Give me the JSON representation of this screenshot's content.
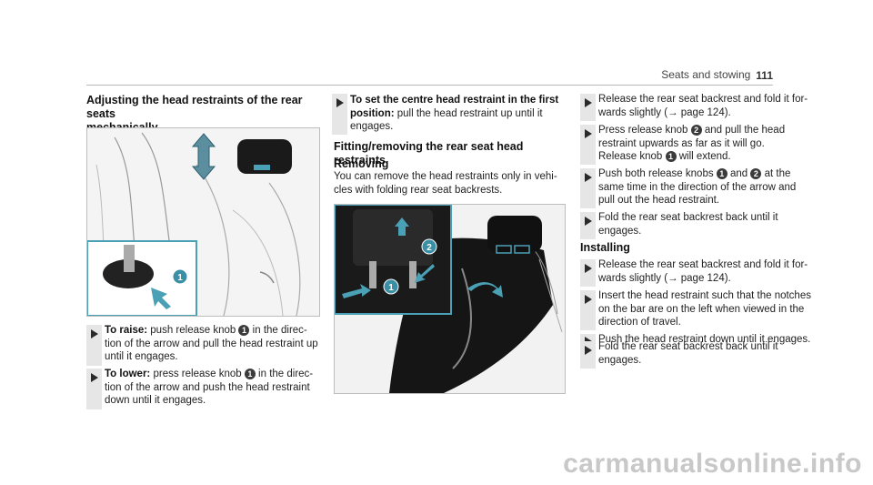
{
  "header": {
    "section": "Seats and stowing",
    "page": "111"
  },
  "col1": {
    "title_line1": "Adjusting the head restraints of the rear seats",
    "title_line2": "mechanically",
    "fig_badge1": "1",
    "raise_label": "To raise:",
    "raise_a": "push release knob",
    "raise_b": "in the direc-",
    "raise_l2": "tion of the arrow and pull the head restraint up",
    "raise_l3": "until it engages.",
    "lower_label": "To lower:",
    "lower_a": "press release knob",
    "lower_b": "in the direc-",
    "lower_l2": "tion of the arrow and push the head restraint",
    "lower_l3": "down until it engages.",
    "badge1": "1"
  },
  "col2": {
    "step_label": "To set the centre head restraint in the first",
    "step_label2": "position:",
    "step_text": "pull the head restraint up until it",
    "step_text2": "engages.",
    "heading": "Fitting/removing the rear seat head restraints",
    "subheading": "Removing",
    "para_l1": "You can remove the head restraints only in vehi-",
    "para_l2": "cles with folding rear seat backrests.",
    "fig_badge1": "1",
    "fig_badge2": "2"
  },
  "col3": {
    "s1_l1": "Release the rear seat backrest and fold it for-",
    "s1_l2a": "wards slightly (",
    "s1_arrow": "→",
    "s1_l2b": " page 124).",
    "s2_l1a": "Press release knob",
    "s2_l1b": "and pull the head",
    "s2_l2": "restraint upwards as far as it will go.",
    "s2_l3a": "Release knob",
    "s2_l3b": "will extend.",
    "s3_l1a": "Push both release knobs",
    "s3_and": "and",
    "s3_l1b": "at the",
    "s3_l2": "same time in the direction of the arrow and",
    "s3_l3": "pull out the head restraint.",
    "s4_l1": "Fold the rear seat backrest back until it",
    "s4_l2": "engages.",
    "installing": "Installing",
    "s5_l1": "Release the rear seat backrest and fold it for-",
    "s5_l2a": "wards slightly (",
    "s5_arrow": "→",
    "s5_l2b": " page 124).",
    "s6_l1": "Insert the head restraint such that the notches",
    "s6_l2": "on the bar are on the left when viewed in the",
    "s6_l3": "direction of travel.",
    "s7_l1": "Push the head restraint down until it engages.",
    "s8_l1": "Fold the rear seat backrest back until it",
    "s8_l2": "engages.",
    "b1": "1",
    "b2": "2"
  },
  "watermark": "carmanualsonline.info"
}
